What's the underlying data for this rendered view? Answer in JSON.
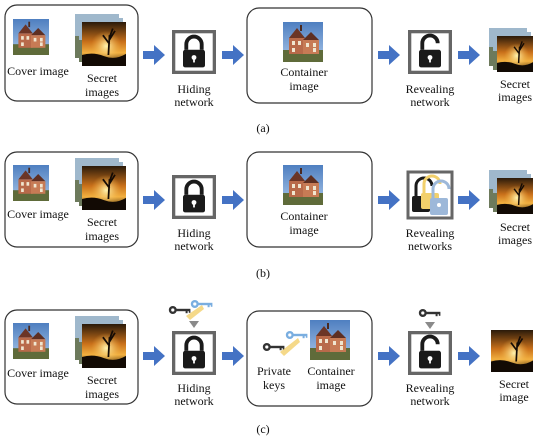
{
  "panels": [
    {
      "id": "a",
      "caption": "(a)",
      "cover_label": "Cover image",
      "secret_label_1": "Secret",
      "secret_label_2": "images",
      "hide_label_1": "Hiding",
      "hide_label_2": "network",
      "container_label_1": "Container",
      "container_label_2": "image",
      "reveal_label_1": "Revealing",
      "reveal_label_2": "network",
      "out_label_1": "Secret",
      "out_label_2": "images"
    },
    {
      "id": "b",
      "caption": "(b)",
      "cover_label": "Cover image",
      "secret_label_1": "Secret",
      "secret_label_2": "images",
      "hide_label_1": "Hiding",
      "hide_label_2": "network",
      "container_label_1": "Container",
      "container_label_2": "image",
      "reveal_label_1": "Revealing",
      "reveal_label_2": "networks",
      "out_label_1": "Secret",
      "out_label_2": "images"
    },
    {
      "id": "c",
      "caption": "(c)",
      "cover_label": "Cover image",
      "secret_label_1": "Secret",
      "secret_label_2": "images",
      "hide_label_1": "Hiding",
      "hide_label_2": "network",
      "keys_label_1": "Private",
      "keys_label_2": "keys",
      "container_label_1": "Container",
      "container_label_2": "image",
      "reveal_label_1": "Revealing",
      "reveal_label_2": "network",
      "out_label_1": "Secret",
      "out_label_2": "image"
    }
  ],
  "colors": {
    "arrow": "#4472c4",
    "box_border": "#333333",
    "lock_body": "#1a1a1a",
    "lock_frame": "#666666",
    "key_dark": "#333333",
    "key_blue": "#7aaee0",
    "key_yellow": "#f2d06b"
  }
}
